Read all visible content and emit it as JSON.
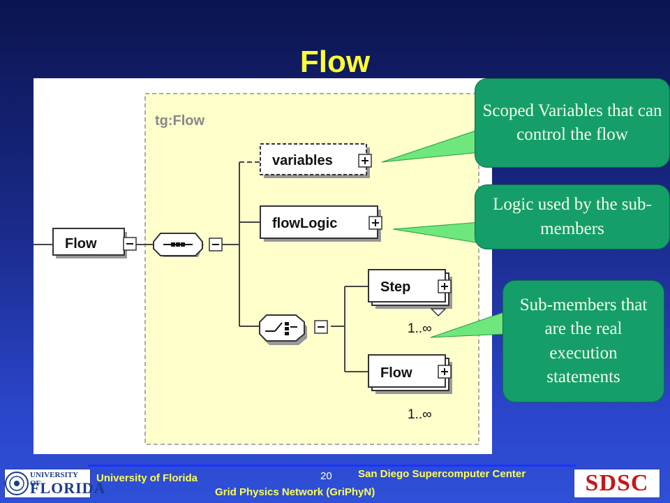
{
  "slide": {
    "title": "Flow",
    "page_number": "20"
  },
  "diagram": {
    "group_label": "tg:Flow",
    "root_element": "Flow",
    "elements": [
      {
        "label": "variables",
        "optional": true
      },
      {
        "label": "flowLogic",
        "optional": false
      },
      {
        "label": "Step",
        "multiplicity": "1..∞"
      },
      {
        "label": "Flow",
        "multiplicity": "1..∞"
      }
    ]
  },
  "callouts": [
    {
      "text": "Scoped Variables that can control the flow"
    },
    {
      "text": "Logic used by the sub-members"
    },
    {
      "text": "Sub-members that are the real execution statements"
    }
  ],
  "footer": {
    "left": "University of Florida",
    "center": "Grid Physics Network (GriPhyN)",
    "right": "San Diego Supercomputer Center",
    "logo_left_line1": "UNIVERSITY OF",
    "logo_left_line2": "FLORIDA",
    "logo_right": "SDSC"
  }
}
